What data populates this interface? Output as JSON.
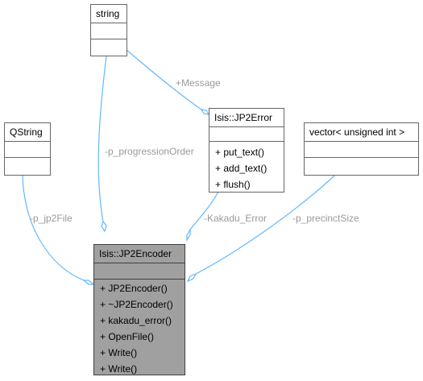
{
  "classes": {
    "string": {
      "name": "string"
    },
    "qstring": {
      "name": "QString"
    },
    "jp2error": {
      "name": "Isis::JP2Error",
      "methods": [
        "+ put_text()",
        "+ add_text()",
        "+ flush()"
      ]
    },
    "vector": {
      "name": "vector< unsigned int >"
    },
    "jp2encoder": {
      "name": "Isis::JP2Encoder",
      "methods": [
        "+ JP2Encoder()",
        "+ ~JP2Encoder()",
        "+ kakadu_error()",
        "+ OpenFile()",
        "+ Write()",
        "+ Write()"
      ]
    }
  },
  "edges": {
    "message": "+Message",
    "progression_order": "-p_progressionOrder",
    "jp2_file": "-p_jp2File",
    "kakadu_error": "-Kakadu_Error",
    "precinct_size": "-p_precinctSize"
  },
  "colors": {
    "edge": "#63b8ff",
    "focus_fill": "#a0a0a0",
    "border": "#666666"
  }
}
